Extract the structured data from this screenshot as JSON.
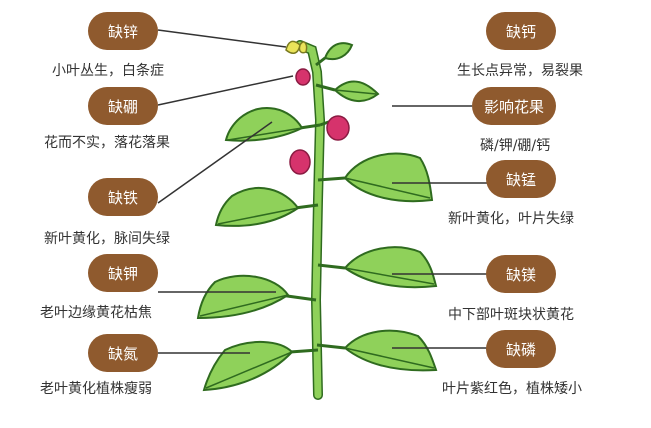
{
  "colors": {
    "badge": "#8f5a2e",
    "leaf_fill": "#8fd15a",
    "leaf_stroke": "#2f6b1f",
    "fruit": "#d6336c",
    "yellow_leaf": "#e9e35a",
    "line": "#333333"
  },
  "left": [
    {
      "label": "缺锌",
      "desc": "小叶丛生，白条症"
    },
    {
      "label": "缺硼",
      "desc": "花而不实，落花落果"
    },
    {
      "label": "缺铁",
      "desc": "新叶黄化，脉间失绿"
    },
    {
      "label": "缺钾",
      "desc": "老叶边缘黄花枯焦"
    },
    {
      "label": "缺氮",
      "desc": "老叶黄化植株瘦弱"
    }
  ],
  "right": [
    {
      "label": "缺钙",
      "desc": "生长点异常，易裂果"
    },
    {
      "label": "影响花果",
      "desc": "磷/钾/硼/钙"
    },
    {
      "label": "缺锰",
      "desc": "新叶黄化，叶片失绿"
    },
    {
      "label": "缺镁",
      "desc": "中下部叶斑块状黄花"
    },
    {
      "label": "缺磷",
      "desc": "叶片紫红色，植株矮小"
    }
  ]
}
